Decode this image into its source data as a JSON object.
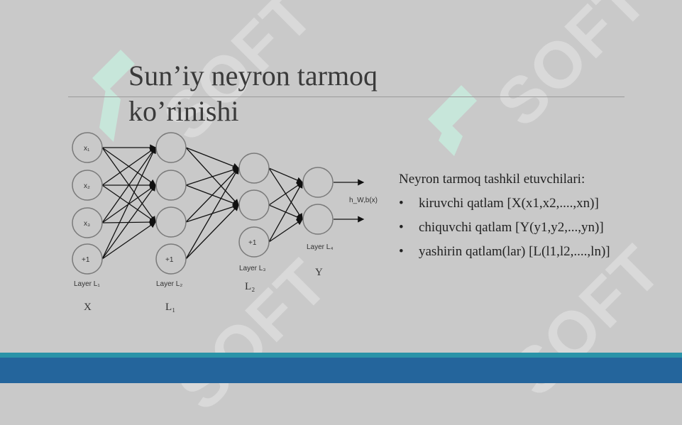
{
  "slide": {
    "title_line1": "Sun’iy neyron tarmoq",
    "title_line2": "ko’rinishi",
    "watermark": "SOFT"
  },
  "network": {
    "input_nodes": [
      "x₁",
      "x₂",
      "x₃",
      "+1"
    ],
    "hidden1_bias": "+1",
    "hidden2_bias": "+1",
    "output_label": "h_W,b(x)",
    "layer_labels": [
      "Layer L₁",
      "Layer L₂",
      "Layer L₃",
      "Layer L₄"
    ],
    "letter_labels": [
      "X",
      "L₁",
      "L₂",
      "Y"
    ]
  },
  "content": {
    "intro": "Neyron tarmoq tashkil etuvchilari:",
    "bullets": [
      "kiruvchi qatlam [X(x1,x2,....,xn)]",
      "chiquvchi qatlam [Y(y1,y2,...,yn)]",
      "yashirin qatlam(lar) [L(l1,l2,....,ln)]"
    ]
  },
  "colors": {
    "background": "#c9c9c9",
    "footer_teal": "#2a93a8",
    "footer_blue": "#24659c",
    "watermark_mint": "#c7e6da"
  }
}
